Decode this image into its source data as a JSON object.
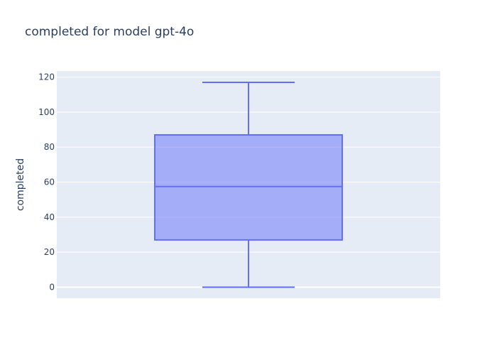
{
  "chart_data": {
    "type": "box",
    "title": "completed for model gpt-4o",
    "xlabel": "",
    "ylabel": "completed",
    "ylim": [
      -6.3,
      123.5
    ],
    "yticks": [
      0,
      20,
      40,
      60,
      80,
      100,
      120
    ],
    "grid": true,
    "legend": "none",
    "series": [
      {
        "min": 0,
        "q1": 27,
        "median": 57.5,
        "q3": 87,
        "max": 117
      }
    ],
    "colors": {
      "plot_bg": "#e5ecf6",
      "grid": "#ffffff",
      "box_fill": "rgba(99,110,250,0.5)",
      "box_line": "#636efa",
      "text": "#2a3f5f"
    }
  }
}
